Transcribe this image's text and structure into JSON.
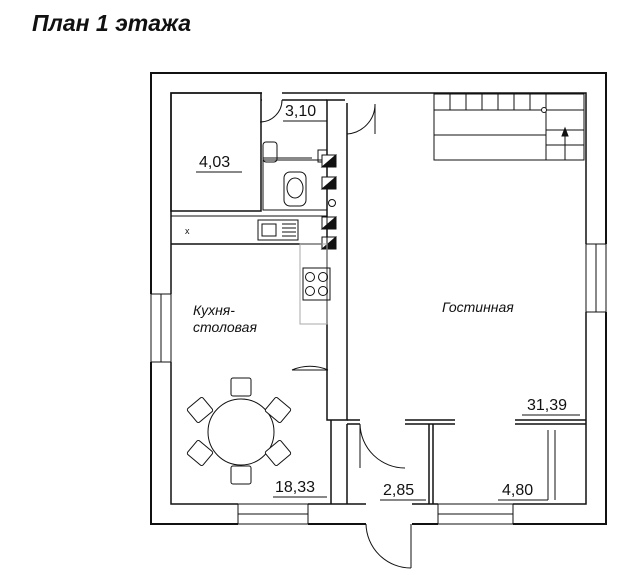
{
  "title": "План 1 этажа",
  "rooms": {
    "kitchen_label_line1": "Кухня-",
    "kitchen_label_line2": "столовая",
    "living_label": "Гостинная"
  },
  "areas": {
    "storage": "4,03",
    "bathroom": "3,10",
    "kitchen": "18,33",
    "living": "31,39",
    "hall": "2,85",
    "vestibule": "4,80"
  },
  "fixtures": {
    "counter_mark": "x"
  }
}
